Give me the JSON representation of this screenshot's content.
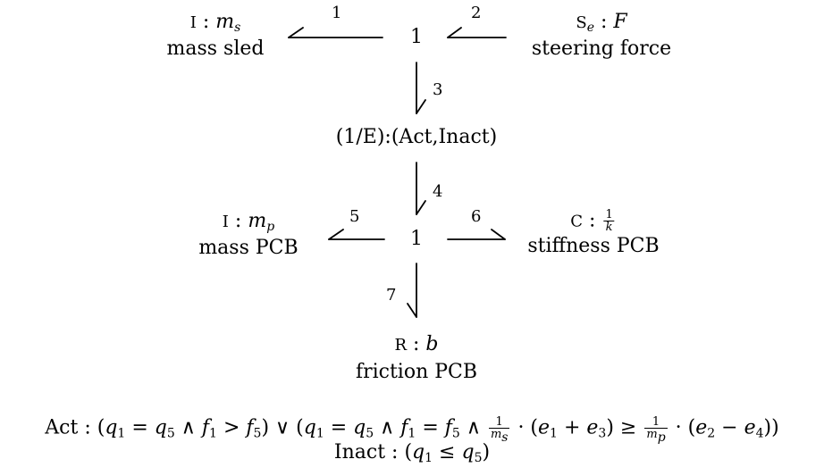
{
  "nodes": {
    "mass_sled": {
      "type": "I",
      "param": "m",
      "sub": "s",
      "name": "mass sled"
    },
    "junction_top": {
      "label": "1"
    },
    "steering_force": {
      "type": "S",
      "type_sub": "e",
      "param": "F",
      "name": "steering force"
    },
    "switch_element": {
      "label": "(1/E):(Act,Inact)"
    },
    "mass_pcb": {
      "type": "I",
      "param": "m",
      "sub": "p",
      "name": "mass PCB"
    },
    "junction_bottom": {
      "label": "1"
    },
    "stiffness_pcb": {
      "type": "C",
      "frac_num": "1",
      "frac_den": "k",
      "name": "stiffness PCB"
    },
    "friction_pcb": {
      "type": "R",
      "param": "b",
      "name": "friction PCB"
    }
  },
  "bonds": [
    {
      "id": "1"
    },
    {
      "id": "2"
    },
    {
      "id": "3"
    },
    {
      "id": "4"
    },
    {
      "id": "5"
    },
    {
      "id": "6"
    },
    {
      "id": "7"
    }
  ],
  "conditions": {
    "act_name": "Act",
    "inact_name": "Inact",
    "q": "q",
    "f": "f",
    "e": "e",
    "m": "m",
    "i1": "1",
    "i2": "2",
    "i3": "3",
    "i4": "4",
    "i5": "5",
    "s": "s",
    "p": "p",
    "one": "1"
  }
}
